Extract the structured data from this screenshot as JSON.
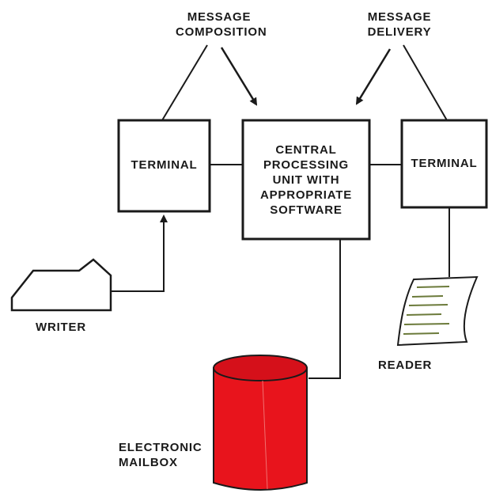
{
  "labels": {
    "message_composition": "MESSAGE\nCOMPOSITION",
    "message_delivery": "MESSAGE\nDELIVERY",
    "terminal_left": "TERMINAL",
    "cpu": "CENTRAL\nPROCESSING\nUNIT WITH\nAPPROPRIATE\nSOFTWARE",
    "terminal_right": "TERMINAL",
    "writer": "WRITER",
    "reader": "READER",
    "mailbox": "ELECTRONIC\nMAILBOX"
  },
  "colors": {
    "line": "#1a1a1a",
    "mailbox_fill": "#e8141c",
    "mailbox_top": "#d5101a",
    "paper_text": "#6b7a3a"
  },
  "icons": {
    "writer": "typewriter-icon",
    "reader": "paper-sheet-icon",
    "mailbox": "cylinder-mailbox-icon"
  }
}
